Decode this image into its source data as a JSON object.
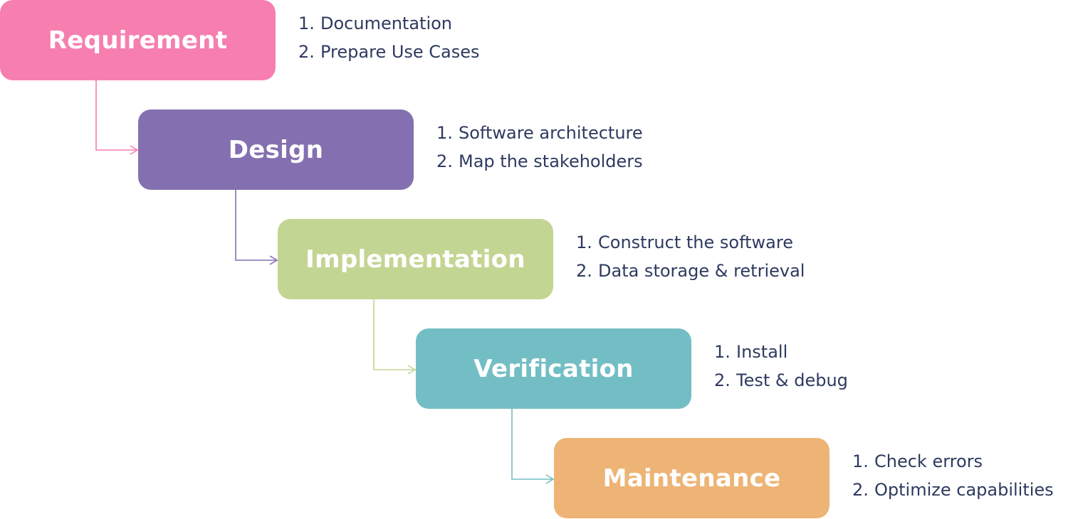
{
  "stages": [
    {
      "title": "Requirement",
      "color": "#f67fb0",
      "tasks": [
        {
          "num": "1.",
          "text": "Documentation"
        },
        {
          "num": "2.",
          "text": "Prepare Use Cases"
        }
      ]
    },
    {
      "title": "Design",
      "color": "#8470b0",
      "tasks": [
        {
          "num": "1.",
          "text": "Software architecture"
        },
        {
          "num": "2.",
          "text": "Map the stakeholders"
        }
      ]
    },
    {
      "title": "Implementation",
      "color": "#c3d593",
      "tasks": [
        {
          "num": "1.",
          "text": "Construct the software"
        },
        {
          "num": "2.",
          "text": "Data storage & retrieval"
        }
      ]
    },
    {
      "title": "Verification",
      "color": "#73bec4",
      "tasks": [
        {
          "num": "1.",
          "text": "Install"
        },
        {
          "num": "2.",
          "text": "Test & debug"
        }
      ]
    },
    {
      "title": "Maintenance",
      "color": "#edb475",
      "tasks": [
        {
          "num": "1.",
          "text": "Check errors"
        },
        {
          "num": "2.",
          "text": "Optimize capabilities"
        }
      ]
    }
  ]
}
